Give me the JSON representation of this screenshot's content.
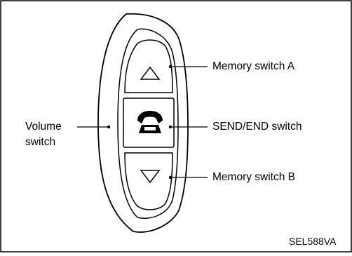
{
  "labels": {
    "memory_a": "Memory switch A",
    "send_end": "SEND/END switch",
    "memory_b": "Memory switch B",
    "volume_line1": "Volume",
    "volume_line2": "switch"
  },
  "figure_code": "SEL588VA",
  "icons": {
    "up": "triangle-up-icon",
    "down": "triangle-down-icon",
    "phone": "telephone-handset-icon"
  }
}
